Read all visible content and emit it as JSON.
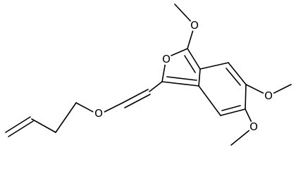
{
  "molecule": {
    "atoms": {
      "o_furan": "O",
      "o_ether": "O",
      "o_methoxy_top": "O",
      "o_methoxy_mid": "O",
      "o_methoxy_bottom": "O"
    },
    "colors": {
      "bond": "#000000",
      "label": "#000000",
      "background": "#ffffff"
    }
  }
}
